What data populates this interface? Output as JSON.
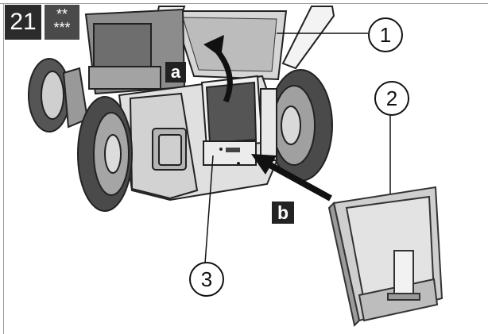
{
  "step": {
    "number": "21"
  },
  "difficulty": {
    "line1": "**",
    "line2": "***"
  },
  "tags": {
    "a": "a",
    "b": "b"
  },
  "callouts": {
    "one": "1",
    "two": "2",
    "three": "3"
  }
}
